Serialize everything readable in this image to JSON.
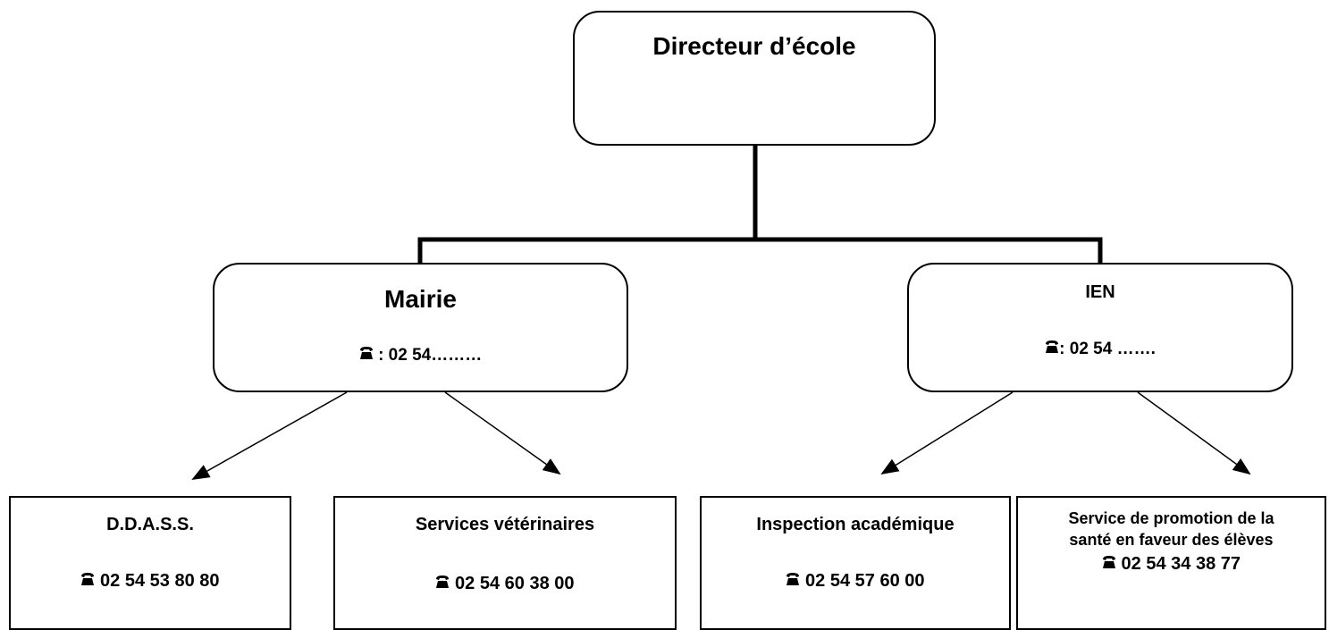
{
  "root": {
    "title": "Directeur d’école"
  },
  "mairie": {
    "title": "Mairie",
    "phone_prefix": ": ",
    "phone": "02 54………"
  },
  "ien": {
    "title": "IEN",
    "phone_prefix": ": ",
    "phone": "02 54 ……."
  },
  "leaves": [
    {
      "title": "D.D.A.S.S.",
      "phone": "02 54 53 80 80",
      "icon": "phone-icon"
    },
    {
      "title": "Services vétérinaires",
      "phone": "02 54 60 38 00",
      "icon": "phone-icon"
    },
    {
      "title": "Inspection académique",
      "phone": "02 54 57 60 00",
      "icon": "phone-icon"
    },
    {
      "title_line1": "Service de promotion de la",
      "title_line2": "santé en faveur des élèves",
      "phone": "02 54 34 38 77",
      "icon": "phone-icon"
    }
  ],
  "colors": {
    "line": "#000000",
    "background": "#ffffff"
  }
}
